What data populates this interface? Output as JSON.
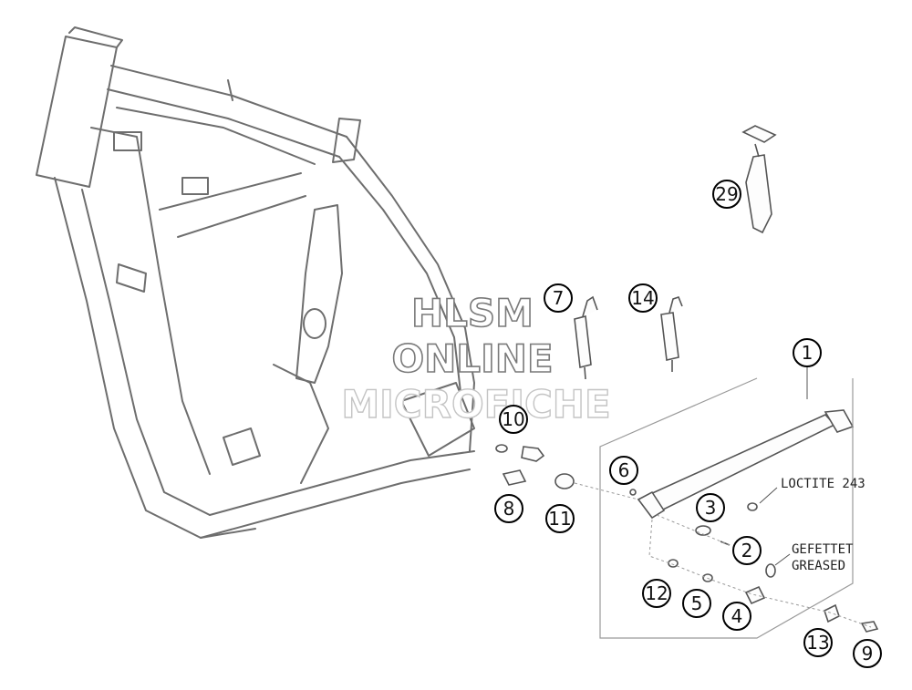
{
  "watermark": {
    "line1": "HLSM",
    "line2": "ONLINE",
    "line3": "MICROFICHE"
  },
  "callouts": [
    "1",
    "2",
    "3",
    "4",
    "5",
    "6",
    "7",
    "8",
    "9",
    "10",
    "11",
    "12",
    "13",
    "14",
    "29"
  ],
  "notes": {
    "loctite": "LOCTITE 243",
    "greased_de": "GEFETTET",
    "greased_en": "GREASED"
  }
}
